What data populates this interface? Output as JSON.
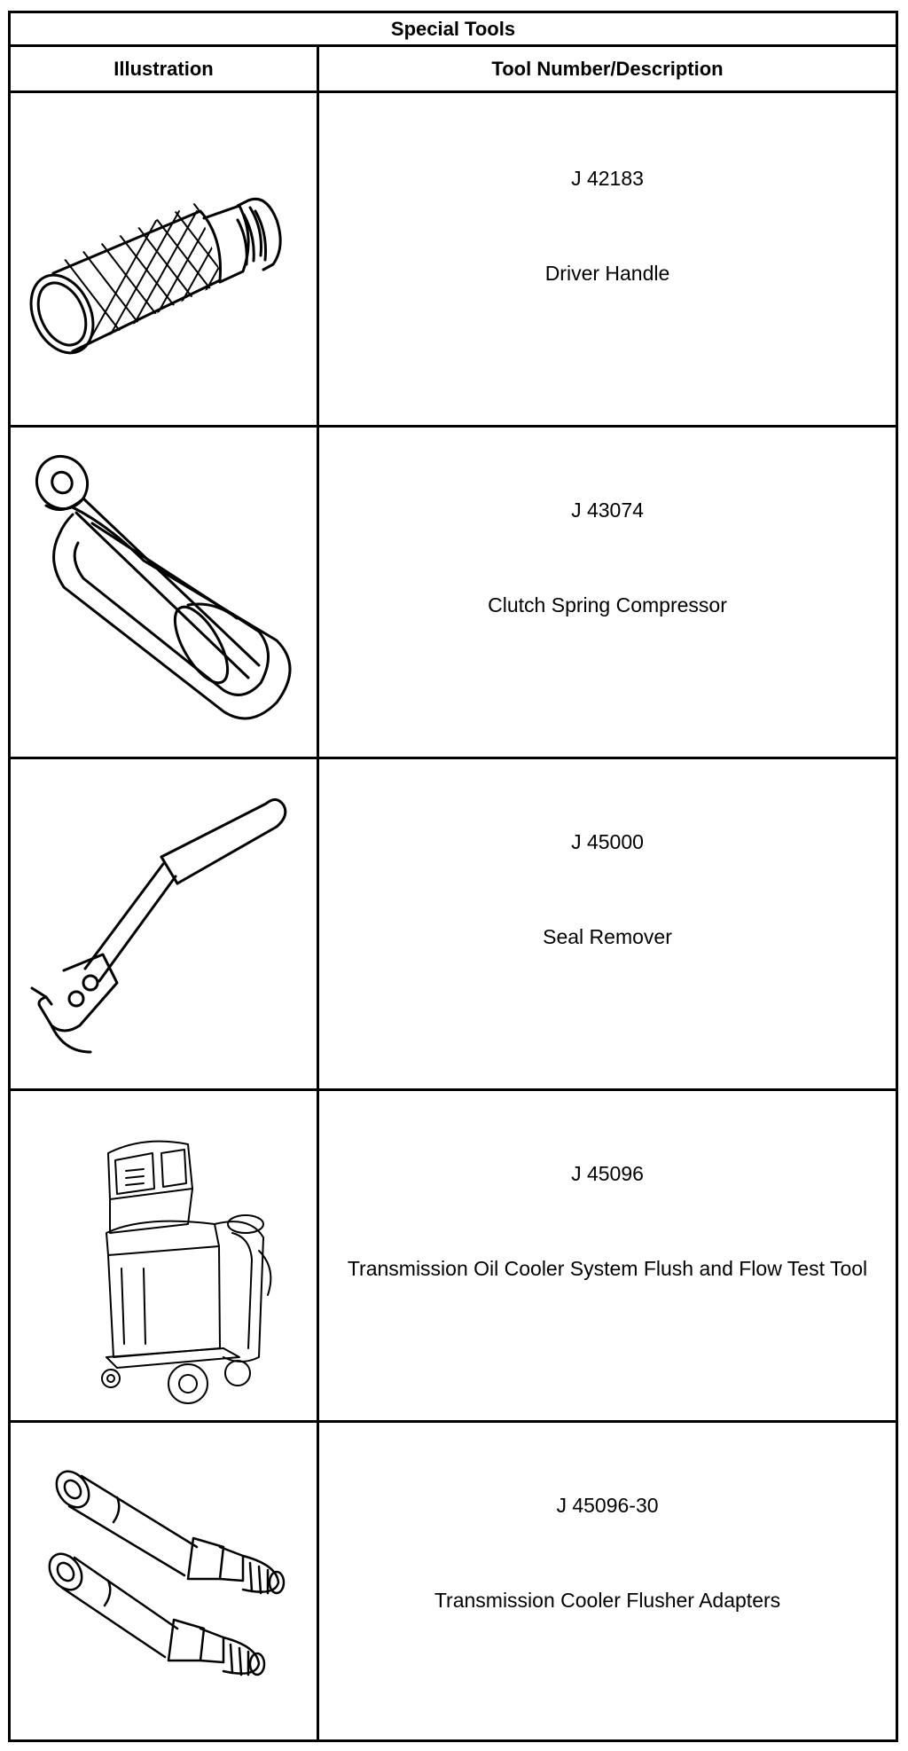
{
  "table": {
    "title": "Special Tools",
    "headers": [
      "Illustration",
      "Tool Number/Description"
    ],
    "rows": [
      {
        "number": "J 42183",
        "description": "Driver Handle",
        "icon": "driver-handle-icon"
      },
      {
        "number": "J 43074",
        "description": "Clutch Spring Compressor",
        "icon": "clutch-spring-compressor-icon"
      },
      {
        "number": "J 45000",
        "description": "Seal Remover",
        "icon": "seal-remover-icon"
      },
      {
        "number": "J 45096",
        "description": "Transmission Oil Cooler System Flush and Flow Test Tool",
        "icon": "flush-and-flow-test-tool-icon"
      },
      {
        "number": "J 45096-30",
        "description": "Transmission Cooler Flusher Adapters",
        "icon": "flusher-adapters-icon"
      }
    ]
  }
}
